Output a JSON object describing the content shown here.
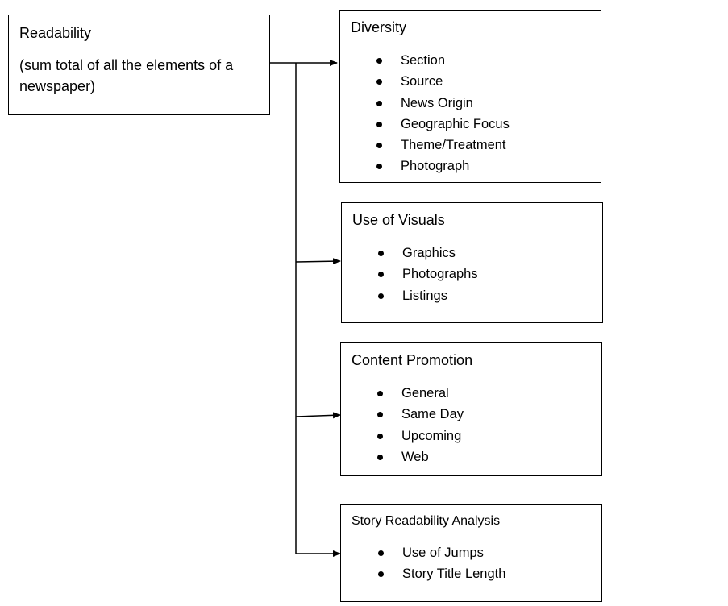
{
  "root": {
    "title": "Readability",
    "subtitle": "(sum total of all the elements of a newspaper)"
  },
  "boxes": [
    {
      "title": "Diversity",
      "items": [
        "Section",
        "Source",
        "News Origin",
        "Geographic Focus",
        "Theme/Treatment",
        "Photograph"
      ]
    },
    {
      "title": "Use of Visuals",
      "items": [
        "Graphics",
        "Photographs",
        "Listings"
      ]
    },
    {
      "title": "Content Promotion",
      "items": [
        "General",
        "Same Day",
        "Upcoming",
        "Web"
      ]
    },
    {
      "title": "Story Readability Analysis",
      "items": [
        "Use of Jumps",
        "Story Title Length"
      ]
    }
  ]
}
